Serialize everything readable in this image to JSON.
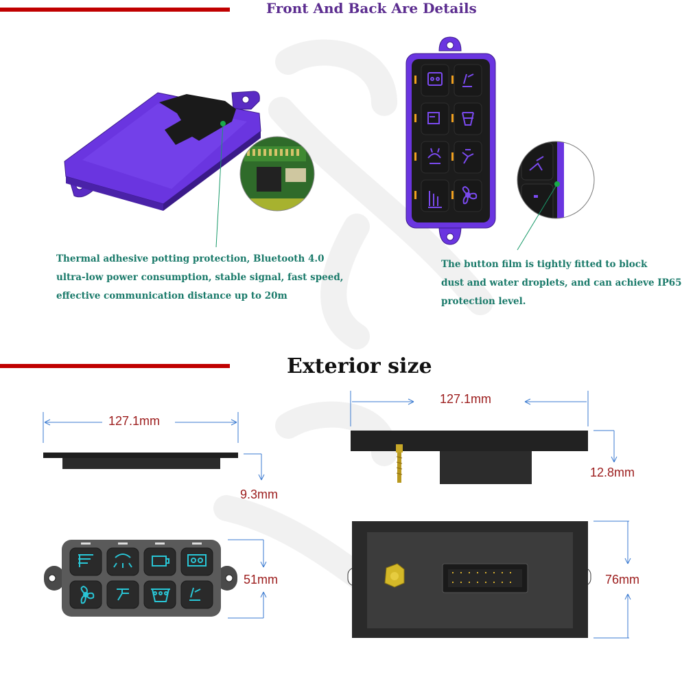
{
  "header": {
    "title": "Front And Back Are Details"
  },
  "captions": {
    "back_lines": [
      "Thermal adhesive potting protection, Bluetooth 4.0",
      "ultra-low power consumption, stable signal, fast speed,",
      "effective communication distance up to 20m"
    ],
    "front_lines": [
      "The button film is tightly fitted to block",
      "dust and water droplets, and can achieve IP65",
      "protection level."
    ]
  },
  "section2": {
    "title": "Exterior size"
  },
  "dimensions": {
    "side_width": "127.1mm",
    "side_height": "9.3mm",
    "front_height": "51mm",
    "rear_width": "127.1mm",
    "rear_depth": "12.8mm",
    "rear_height": "76mm"
  },
  "colors": {
    "accent_red": "#c00000",
    "title_purple": "#5b2c8f",
    "caption_teal": "#1a7a6a",
    "dimension_red": "#9b1b1b",
    "housing_purple": "#6a35e0",
    "button_cyan": "#29c6d6"
  },
  "icons": {
    "purple_panel_buttons": [
      "light-bar-icon",
      "spray-icon",
      "fog-light-icon",
      "work-light-icon",
      "spot-light-icon",
      "winch-icon",
      "rock-light-icon",
      "fan-icon"
    ],
    "dimension_panel_buttons": [
      "light-bar-icon",
      "spot-light-icon",
      "coffee-icon",
      "camera-icon",
      "fan-icon",
      "winch-icon",
      "rock-light-icon",
      "spray-icon"
    ]
  }
}
